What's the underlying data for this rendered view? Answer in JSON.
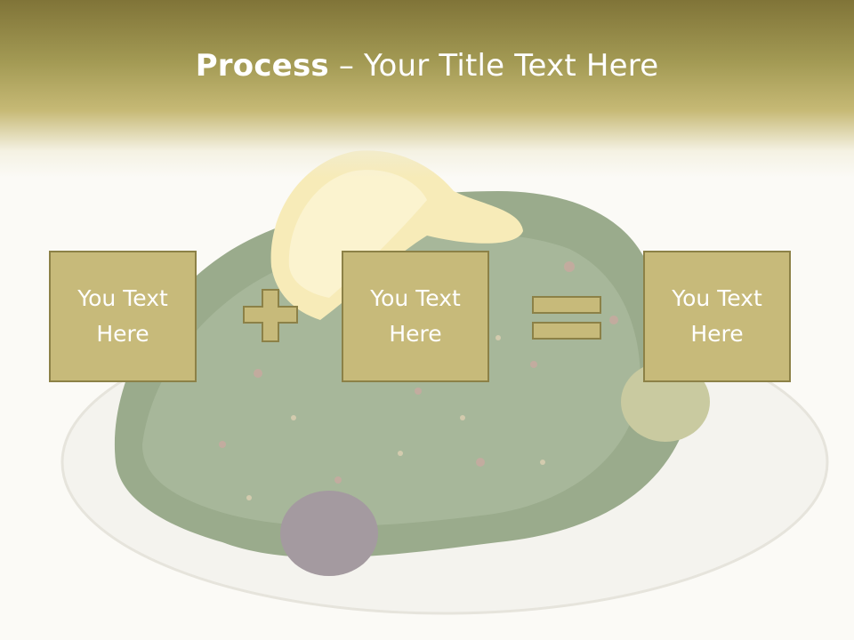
{
  "slide": {
    "title_bold": "Process",
    "title_rest": " – Your Title Text Here",
    "boxes": [
      {
        "label": "You Text\nHere"
      },
      {
        "label": "You Text\nHere"
      },
      {
        "label": "You Text\nHere"
      }
    ],
    "operators": [
      "plus",
      "equals"
    ]
  },
  "colors": {
    "header_dark": "#807438",
    "box_fill": "#c7ba7a",
    "box_border": "#8c8147",
    "text": "#ffffff"
  }
}
